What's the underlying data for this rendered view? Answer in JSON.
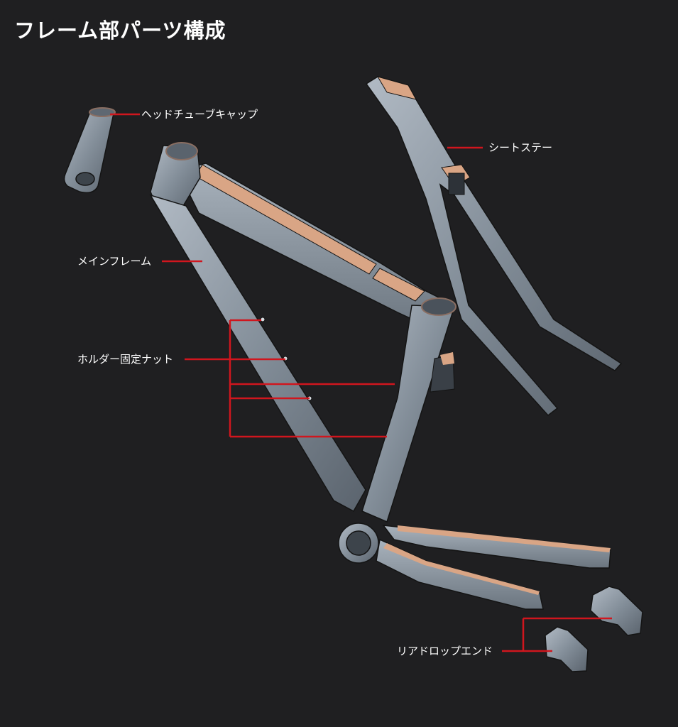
{
  "title": "フレーム部パーツ構成",
  "colors": {
    "background": "#1f1f21",
    "leader_line": "#d0161e",
    "part_metal": "#7d8894",
    "part_metal_light": "#a3adb8",
    "part_metal_dark": "#4a525b",
    "cut_face": "#d9a585",
    "outline": "#141414"
  },
  "parts": [
    {
      "id": "head-tube-cap",
      "label": "ヘッドチューブキャップ"
    },
    {
      "id": "seat-stay",
      "label": "シートステー"
    },
    {
      "id": "main-frame",
      "label": "メインフレーム"
    },
    {
      "id": "holder-nut",
      "label": "ホルダー固定ナット"
    },
    {
      "id": "rear-drop-end",
      "label": "リアドロップエンド"
    }
  ]
}
